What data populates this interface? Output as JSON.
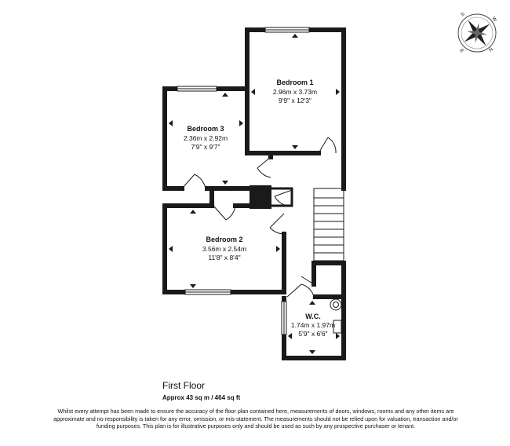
{
  "rooms": {
    "bedroom1": {
      "name": "Bedroom 1",
      "metric": "2.96m x 3.73m",
      "imperial": "9'9\" x 12'3\""
    },
    "bedroom3": {
      "name": "Bedroom 3",
      "metric": "2.36m x 2.92m",
      "imperial": "7'9\" x 9'7\""
    },
    "bedroom2": {
      "name": "Bedroom 2",
      "metric": "3.56m x 2.54m",
      "imperial": "11'8\" x 8'4\""
    },
    "wc": {
      "name": "W.C.",
      "metric": "1.74m x 1.97m",
      "imperial": "5'9\" x 6'6\""
    }
  },
  "floor": {
    "title": "First Floor",
    "area": "Approx 43 sq m / 464 sq ft"
  },
  "compass": {
    "letters": [
      "S",
      "W",
      "N",
      "E"
    ]
  },
  "disclaimer": "Whilst every attempt has been made to ensure the accuracy of the floor plan contained here, measurements of doors, windows, rooms and any other items are approximate and no responsibility is taken for any error, omission, or mis-statement. The measurements should not be relied upon for valuation, transaction and/or funding purposes. This plan is for illustrative purposes only and should be used as such by any prospective purchaser or tenant.",
  "colors": {
    "wall": "#1a1a1a",
    "background": "#ffffff",
    "window": "#ffffff"
  }
}
